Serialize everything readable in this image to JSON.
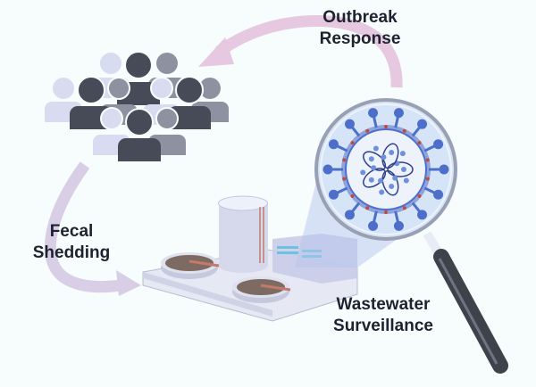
{
  "labels": {
    "outbreak_response": [
      "Outbreak",
      "Response"
    ],
    "fecal_shedding": [
      "Fecal",
      "Shedding"
    ],
    "wastewater_surveillance": [
      "Wastewater",
      "Surveillance"
    ]
  },
  "colors": {
    "background": "#f7fcfd",
    "arrow_outbreak": "#e6c8e0",
    "arrow_fecal": "#d8cfe6",
    "person_dark": "#474b57",
    "person_mid": "#8e919f",
    "person_light": "#d8dcf0",
    "virus_blue": "#4e6fc9",
    "virus_red": "#c24a3a",
    "lens": "#d6e4f7",
    "handle": "#3f424b",
    "sludge": "#7d6b63"
  }
}
